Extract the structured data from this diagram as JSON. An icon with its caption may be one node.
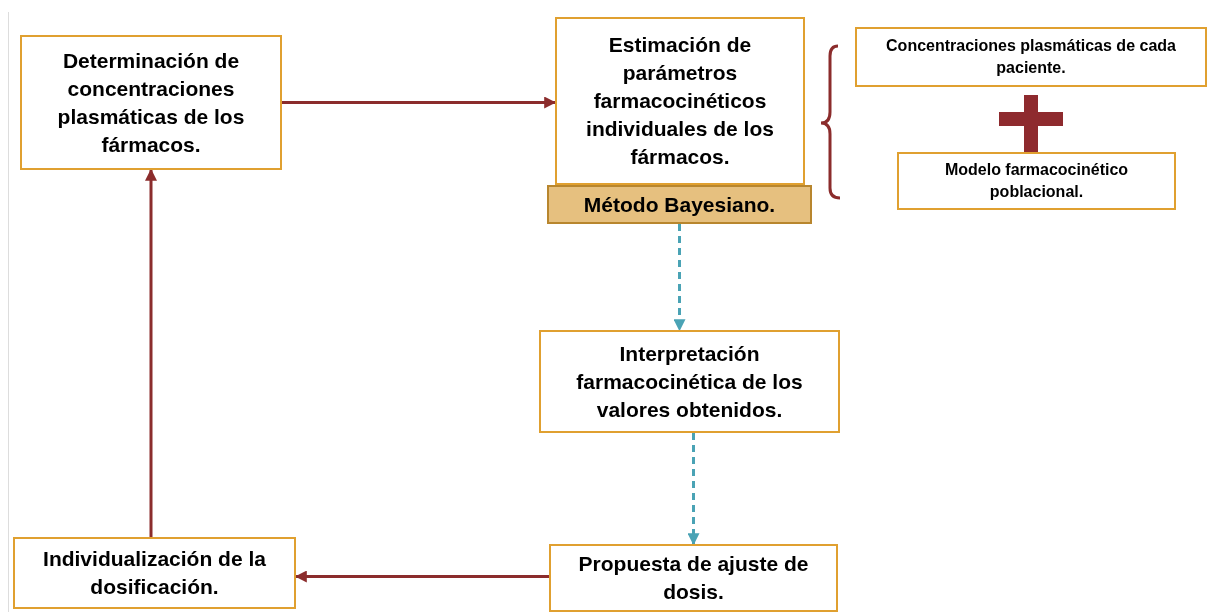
{
  "diagram": {
    "nodes": [
      {
        "text": [
          "Determinación de concentraciones plasmáticas de los fármacos."
        ]
      },
      {
        "text": [
          "Estimación de parámetros farmacocinéticos individuales de los fármacos."
        ]
      },
      {
        "text": [
          "Método Bayesiano."
        ]
      },
      {
        "text": [
          "Concentraciones plasmáticas de cada paciente."
        ]
      },
      {
        "text": [
          "Modelo farmacocinético poblacional."
        ]
      },
      {
        "text": [
          "Interpretación farmacocinética de los valores obtenidos."
        ]
      },
      {
        "text": [
          "Propuesta de ajuste de dosis."
        ]
      },
      {
        "text": [
          "Individualización de la dosificación."
        ]
      }
    ],
    "edges": [
      {
        "from": 0,
        "to": 1,
        "arrow": "to"
      },
      {
        "from": 2,
        "to": 5,
        "arrow": "to",
        "style": "dashed",
        "color": "#4aa3b5"
      },
      {
        "from": 5,
        "to": 6,
        "arrow": "to",
        "style": "dashed",
        "color": "#4aa3b5"
      },
      {
        "from": 6,
        "to": 7,
        "arrow": "to"
      },
      {
        "from": 7,
        "to": 0,
        "arrow": "to"
      }
    ]
  }
}
